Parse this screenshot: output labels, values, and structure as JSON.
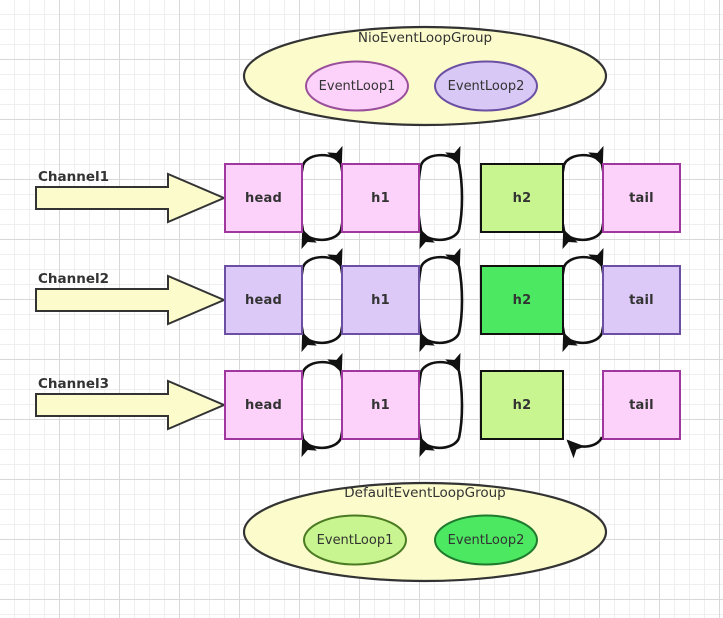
{
  "diagram": {
    "title": "Netty pipeline / EventLoopGroup diagram",
    "background": "#ffffff",
    "grid_color": "#efefef",
    "grid_major_color": "#d8d8d8"
  },
  "groups": [
    {
      "id": "nio-group",
      "label": "NioEventLoopGroup",
      "fill": "#fbfbcc",
      "stroke": "#333333",
      "loops": [
        {
          "label": "EventLoop1",
          "fill": "#fcd2fb",
          "stroke": "#9a4f9a"
        },
        {
          "label": "EventLoop2",
          "fill": "#d8c8f5",
          "stroke": "#6b4fa3"
        }
      ]
    },
    {
      "id": "default-group",
      "label": "DefaultEventLoopGroup",
      "fill": "#fbfbcc",
      "stroke": "#333333",
      "loops": [
        {
          "label": "EventLoop1",
          "fill": "#c8f58f",
          "stroke": "#4a7a22"
        },
        {
          "label": "EventLoop2",
          "fill": "#4ce862",
          "stroke": "#1f7a2e"
        }
      ]
    }
  ],
  "channels": [
    {
      "name": "Channel1",
      "arrow_fill": "#fbfbcc",
      "arrow_stroke": "#333333",
      "handlers": [
        {
          "label": "head",
          "fill": "#fcd2fb",
          "stroke": "#a0379f"
        },
        {
          "label": "h1",
          "fill": "#fcd2fb",
          "stroke": "#a0379f"
        },
        {
          "label": "h2",
          "fill": "#c8f58f",
          "stroke": "#111111"
        },
        {
          "label": "tail",
          "fill": "#fcd2fb",
          "stroke": "#a0379f"
        }
      ],
      "links": [
        {
          "from": "head",
          "to": "h1",
          "style": "double-arc"
        },
        {
          "from": "h1",
          "to": "h2",
          "style": "double-arc"
        },
        {
          "from": "h2",
          "to": "tail",
          "style": "double-arc"
        }
      ]
    },
    {
      "name": "Channel2",
      "arrow_fill": "#fbfbcc",
      "arrow_stroke": "#333333",
      "handlers": [
        {
          "label": "head",
          "fill": "#dcc9f7",
          "stroke": "#6b4fa3"
        },
        {
          "label": "h1",
          "fill": "#dcc9f7",
          "stroke": "#6b4fa3"
        },
        {
          "label": "h2",
          "fill": "#4ce862",
          "stroke": "#111111"
        },
        {
          "label": "tail",
          "fill": "#dcc9f7",
          "stroke": "#6b4fa3"
        }
      ],
      "links": [
        {
          "from": "head",
          "to": "h1",
          "style": "double-arc"
        },
        {
          "from": "h1",
          "to": "h2",
          "style": "double-arc"
        },
        {
          "from": "h2",
          "to": "tail",
          "style": "double-arc"
        }
      ]
    },
    {
      "name": "Channel3",
      "arrow_fill": "#fbfbcc",
      "arrow_stroke": "#333333",
      "handlers": [
        {
          "label": "head",
          "fill": "#fcd2fb",
          "stroke": "#a0379f"
        },
        {
          "label": "h1",
          "fill": "#fcd2fb",
          "stroke": "#a0379f"
        },
        {
          "label": "h2",
          "fill": "#c8f58f",
          "stroke": "#111111"
        },
        {
          "label": "tail",
          "fill": "#fcd2fb",
          "stroke": "#a0379f"
        }
      ],
      "links": [
        {
          "from": "head",
          "to": "h1",
          "style": "double-arc"
        },
        {
          "from": "h1",
          "to": "h2",
          "style": "double-arc"
        },
        {
          "from": "h2",
          "to": "tail",
          "style": "single-arc-back"
        }
      ]
    }
  ]
}
